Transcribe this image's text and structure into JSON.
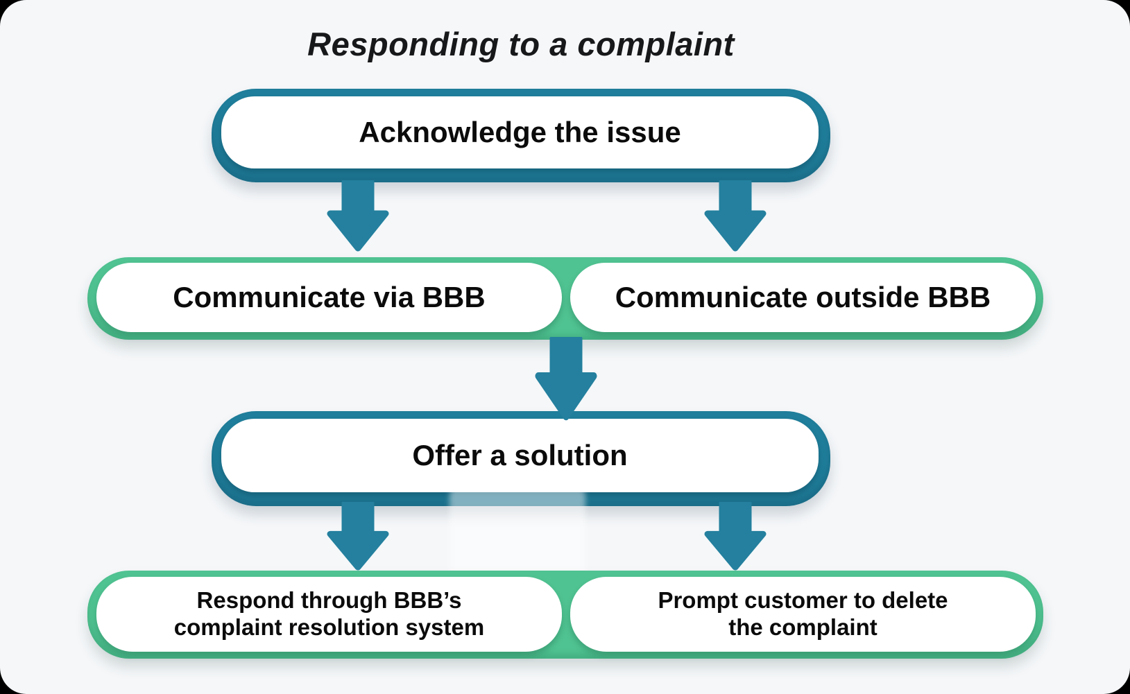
{
  "title": "Responding to a complaint",
  "colors": {
    "teal_node": "#1F7E9B",
    "teal_arrow": "#24809E",
    "green_node": "#50C392",
    "card_background": "#F5F7F9",
    "page_background": "#000000",
    "text": "#0B0B0C"
  },
  "icons": {
    "flow_arrow": "arrow-down-icon"
  },
  "flowchart": {
    "step1": {
      "label": "Acknowledge the issue"
    },
    "step2_left": {
      "label": "Communicate via BBB"
    },
    "step2_right": {
      "label": "Communicate outside BBB"
    },
    "step3": {
      "label": "Offer a solution"
    },
    "step4_left": {
      "line1": "Respond through BBB’s",
      "line2": "complaint resolution system"
    },
    "step4_right": {
      "line1": "Prompt customer to delete",
      "line2": "the complaint"
    }
  }
}
